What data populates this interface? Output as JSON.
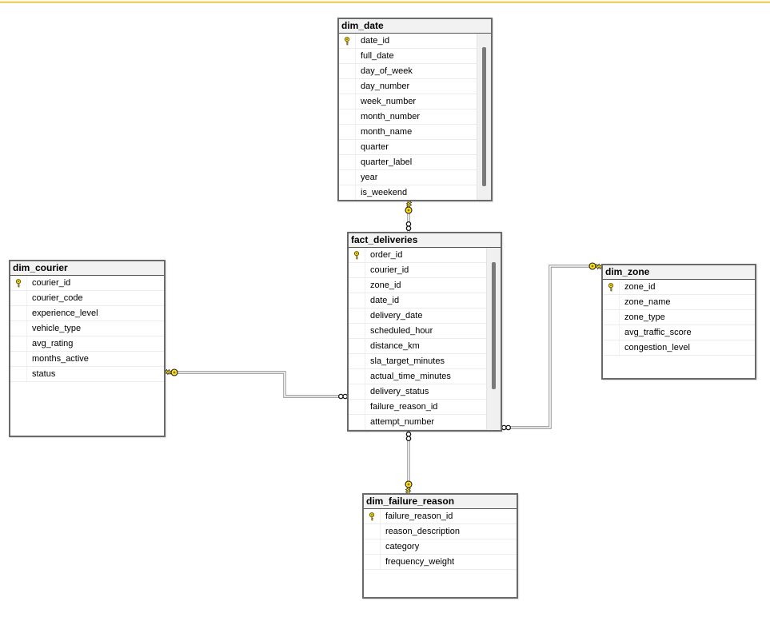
{
  "colors": {
    "accent": "#eac64e",
    "accent-light": "#fceeb2",
    "table-border": "#6a6a6a",
    "title-bg": "#f2f2f2",
    "connector": "#8c8c8c",
    "key-gold": "#ffe01a",
    "track": "#f0f0f0",
    "thumb": "#7a7a7a",
    "bg": "#ffffff"
  },
  "icons": {
    "primary_key": "key-icon",
    "relationship_one_side": "key-icon",
    "relationship_many_side": "infinity-icon"
  },
  "tables": [
    {
      "name": "dim_date",
      "scrollbar": true,
      "columns": [
        {
          "name": "date_id",
          "pk": true
        },
        {
          "name": "full_date",
          "pk": false
        },
        {
          "name": "day_of_week",
          "pk": false
        },
        {
          "name": "day_number",
          "pk": false
        },
        {
          "name": "week_number",
          "pk": false
        },
        {
          "name": "month_number",
          "pk": false
        },
        {
          "name": "month_name",
          "pk": false
        },
        {
          "name": "quarter",
          "pk": false
        },
        {
          "name": "quarter_label",
          "pk": false
        },
        {
          "name": "year",
          "pk": false
        },
        {
          "name": "is_weekend",
          "pk": false
        }
      ]
    },
    {
      "name": "fact_deliveries",
      "scrollbar": true,
      "columns": [
        {
          "name": "order_id",
          "pk": true
        },
        {
          "name": "courier_id",
          "pk": false
        },
        {
          "name": "zone_id",
          "pk": false
        },
        {
          "name": "date_id",
          "pk": false
        },
        {
          "name": "delivery_date",
          "pk": false
        },
        {
          "name": "scheduled_hour",
          "pk": false
        },
        {
          "name": "distance_km",
          "pk": false
        },
        {
          "name": "sla_target_minutes",
          "pk": false
        },
        {
          "name": "actual_time_minutes",
          "pk": false
        },
        {
          "name": "delivery_status",
          "pk": false
        },
        {
          "name": "failure_reason_id",
          "pk": false
        },
        {
          "name": "attempt_number",
          "pk": false
        }
      ]
    },
    {
      "name": "dim_courier",
      "scrollbar": false,
      "columns": [
        {
          "name": "courier_id",
          "pk": true
        },
        {
          "name": "courier_code",
          "pk": false
        },
        {
          "name": "experience_level",
          "pk": false
        },
        {
          "name": "vehicle_type",
          "pk": false
        },
        {
          "name": "avg_rating",
          "pk": false
        },
        {
          "name": "months_active",
          "pk": false
        },
        {
          "name": "status",
          "pk": false
        }
      ]
    },
    {
      "name": "dim_zone",
      "scrollbar": false,
      "columns": [
        {
          "name": "zone_id",
          "pk": true
        },
        {
          "name": "zone_name",
          "pk": false
        },
        {
          "name": "zone_type",
          "pk": false
        },
        {
          "name": "avg_traffic_score",
          "pk": false
        },
        {
          "name": "congestion_level",
          "pk": false
        }
      ]
    },
    {
      "name": "dim_failure_reason",
      "scrollbar": false,
      "columns": [
        {
          "name": "failure_reason_id",
          "pk": true
        },
        {
          "name": "reason_description",
          "pk": false
        },
        {
          "name": "category",
          "pk": false
        },
        {
          "name": "frequency_weight",
          "pk": false
        }
      ]
    }
  ],
  "relationships": [
    {
      "one": "dim_date",
      "many": "fact_deliveries"
    },
    {
      "one": "dim_courier",
      "many": "fact_deliveries"
    },
    {
      "one": "dim_zone",
      "many": "fact_deliveries"
    },
    {
      "one": "dim_failure_reason",
      "many": "fact_deliveries"
    }
  ]
}
